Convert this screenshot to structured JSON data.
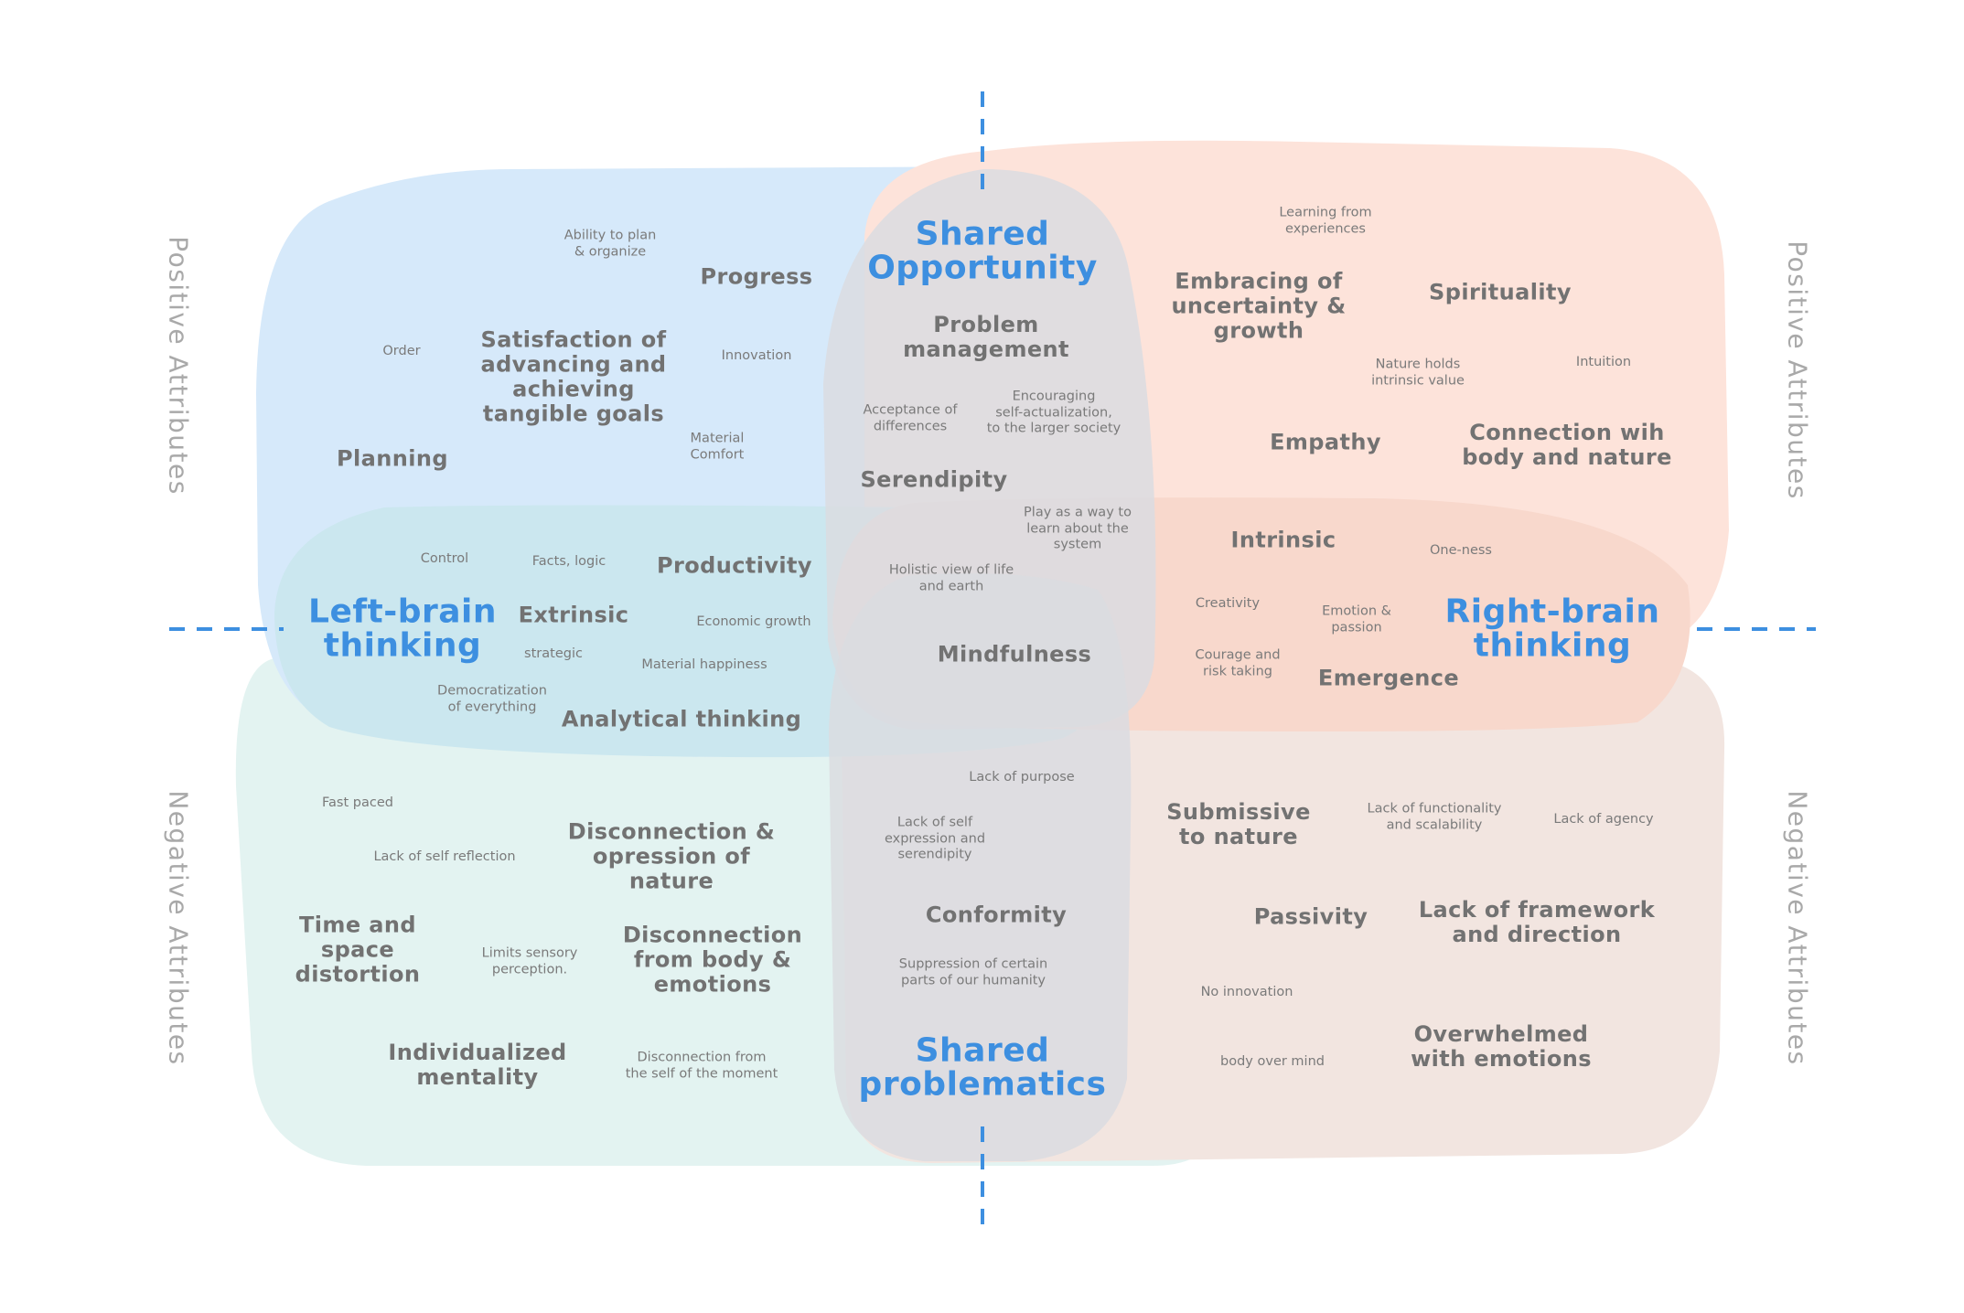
{
  "side_labels": {
    "left_top": "Positive Attributes",
    "left_bottom": "Negative Attributes",
    "right_top": "Positive Attributes",
    "right_bottom": "Negative Attributes"
  },
  "titles": {
    "shared_opportunity": "Shared\nOpportunity",
    "left_brain": "Left-brain\nthinking",
    "right_brain": "Right-brain\nthinking",
    "shared_problematics": "Shared\nproblematics"
  },
  "colors": {
    "left_positive": "#d6e9fa",
    "left_brain_region": "#cbe7ef",
    "left_negative": "#e3f3f1",
    "right_positive": "#fde3da",
    "right_brain_region": "#f8d8cc",
    "right_negative": "#f2e5e0",
    "shared_region": "#dbdce0",
    "dashes": "#3d8fe0",
    "title_text": "#3d8fe0"
  },
  "left_positive": {
    "ability_to_plan": "Ability to plan\n& organize",
    "progress": "Progress",
    "order": "Order",
    "satisfaction": "Satisfaction of\nadvancing and\nachieving\ntangible goals",
    "innovation": "Innovation",
    "material_comfort": "Material\nComfort",
    "planning": "Planning"
  },
  "left_brain_items": {
    "control": "Control",
    "facts_logic": "Facts, logic",
    "productivity": "Productivity",
    "extrinsic": "Extrinsic",
    "economic_growth": "Economic growth",
    "strategic": "strategic",
    "material_happiness": "Material happiness",
    "democratization": "Democratization\nof everything",
    "analytical_thinking": "Analytical thinking"
  },
  "shared_positive": {
    "problem_management": "Problem\nmanagement",
    "acceptance": "Acceptance of\ndifferences",
    "self_actualization": "Encouraging\nself-actualization,\nto the larger society",
    "serendipity": "Serendipity",
    "play": "Play as a way to\nlearn about the\nsystem",
    "holistic_view": "Holistic view of life\nand earth",
    "mindfulness": "Mindfulness"
  },
  "right_positive": {
    "learning": "Learning from\nexperiences",
    "embracing": "Embracing of\nuncertainty &\ngrowth",
    "spirituality": "Spirituality",
    "nature_value": "Nature holds\nintrinsic value",
    "intuition": "Intuition",
    "empathy": "Empathy",
    "connection": "Connection wih\nbody and nature"
  },
  "right_brain_items": {
    "intrinsic": "Intrinsic",
    "one_ness": "One-ness",
    "creativity": "Creativity",
    "emotion_passion": "Emotion &\npassion",
    "courage": "Courage and\nrisk taking",
    "emergence": "Emergence"
  },
  "left_negative": {
    "fast_paced": "Fast paced",
    "lack_self_reflection": "Lack of self reflection",
    "disconnection_nature": "Disconnection &\nopression of\nnature",
    "time_space": "Time and\nspace\ndistortion",
    "limits_sensory": "Limits sensory\nperception.",
    "disconnection_body": "Disconnection\nfrom body &\nemotions",
    "individualized": "Individualized\nmentality",
    "disconnection_self": "Disconnection from\nthe self of the moment"
  },
  "shared_negative": {
    "lack_purpose": "Lack of purpose",
    "lack_self_expression": "Lack of self\nexpression and\nserendipity",
    "conformity": "Conformity",
    "suppression": "Suppression of certain\nparts of our humanity"
  },
  "right_negative": {
    "submissive": "Submissive\nto nature",
    "lack_functionality": "Lack of functionality\nand scalability",
    "lack_agency": "Lack of agency",
    "passivity": "Passivity",
    "lack_framework": "Lack of framework\nand direction",
    "no_innovation": "No innovation",
    "body_over_mind": "body over mind",
    "overwhelmed": "Overwhelmed\nwith emotions"
  }
}
